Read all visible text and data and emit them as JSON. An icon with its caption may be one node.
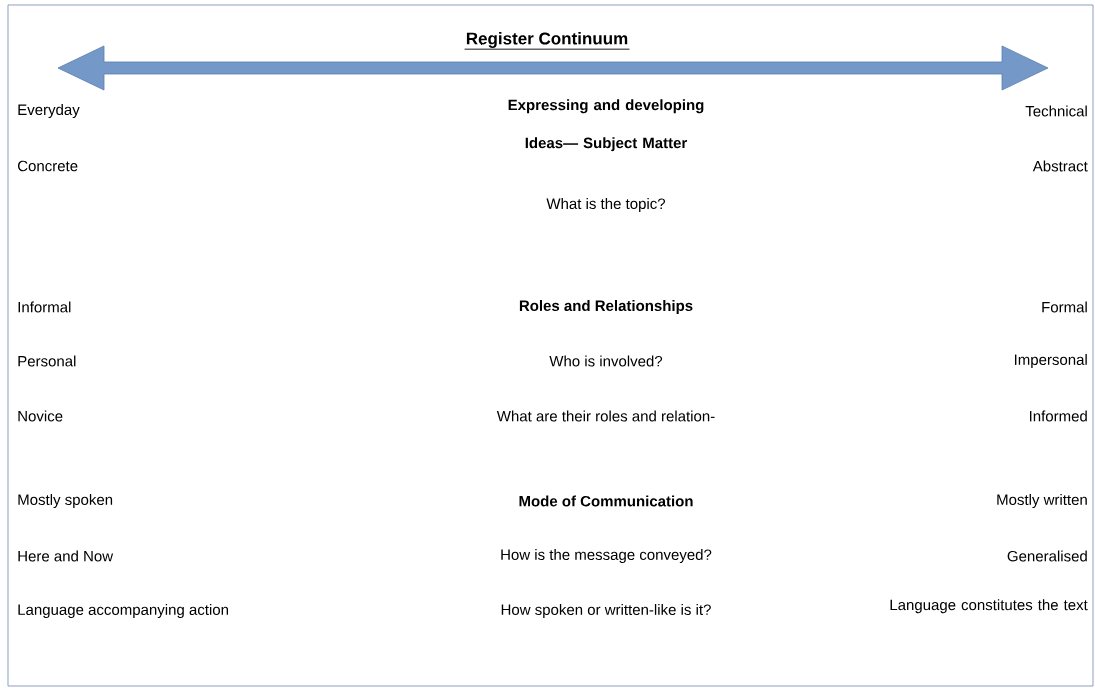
{
  "diagram": {
    "title": "Register Continuum",
    "labels": [
      "Everyday",
      "Expressing and developing Ideas— Subject Matter",
      "Technical",
      "Concrete",
      "Abstract",
      "What is the topic?",
      "Informal",
      "Roles and Relationships",
      "Formal",
      "Personal",
      "Who is involved?",
      "Impersonal",
      "Novice",
      "What are their roles and relation-",
      "Informed",
      "Mostly spoken",
      "Mode of Communication",
      "Mostly written",
      "Here and Now",
      "How is the message conveyed?",
      "Generalised",
      "Language accompanying action",
      "How spoken or written-like is it?",
      "Language constitutes the text"
    ]
  }
}
